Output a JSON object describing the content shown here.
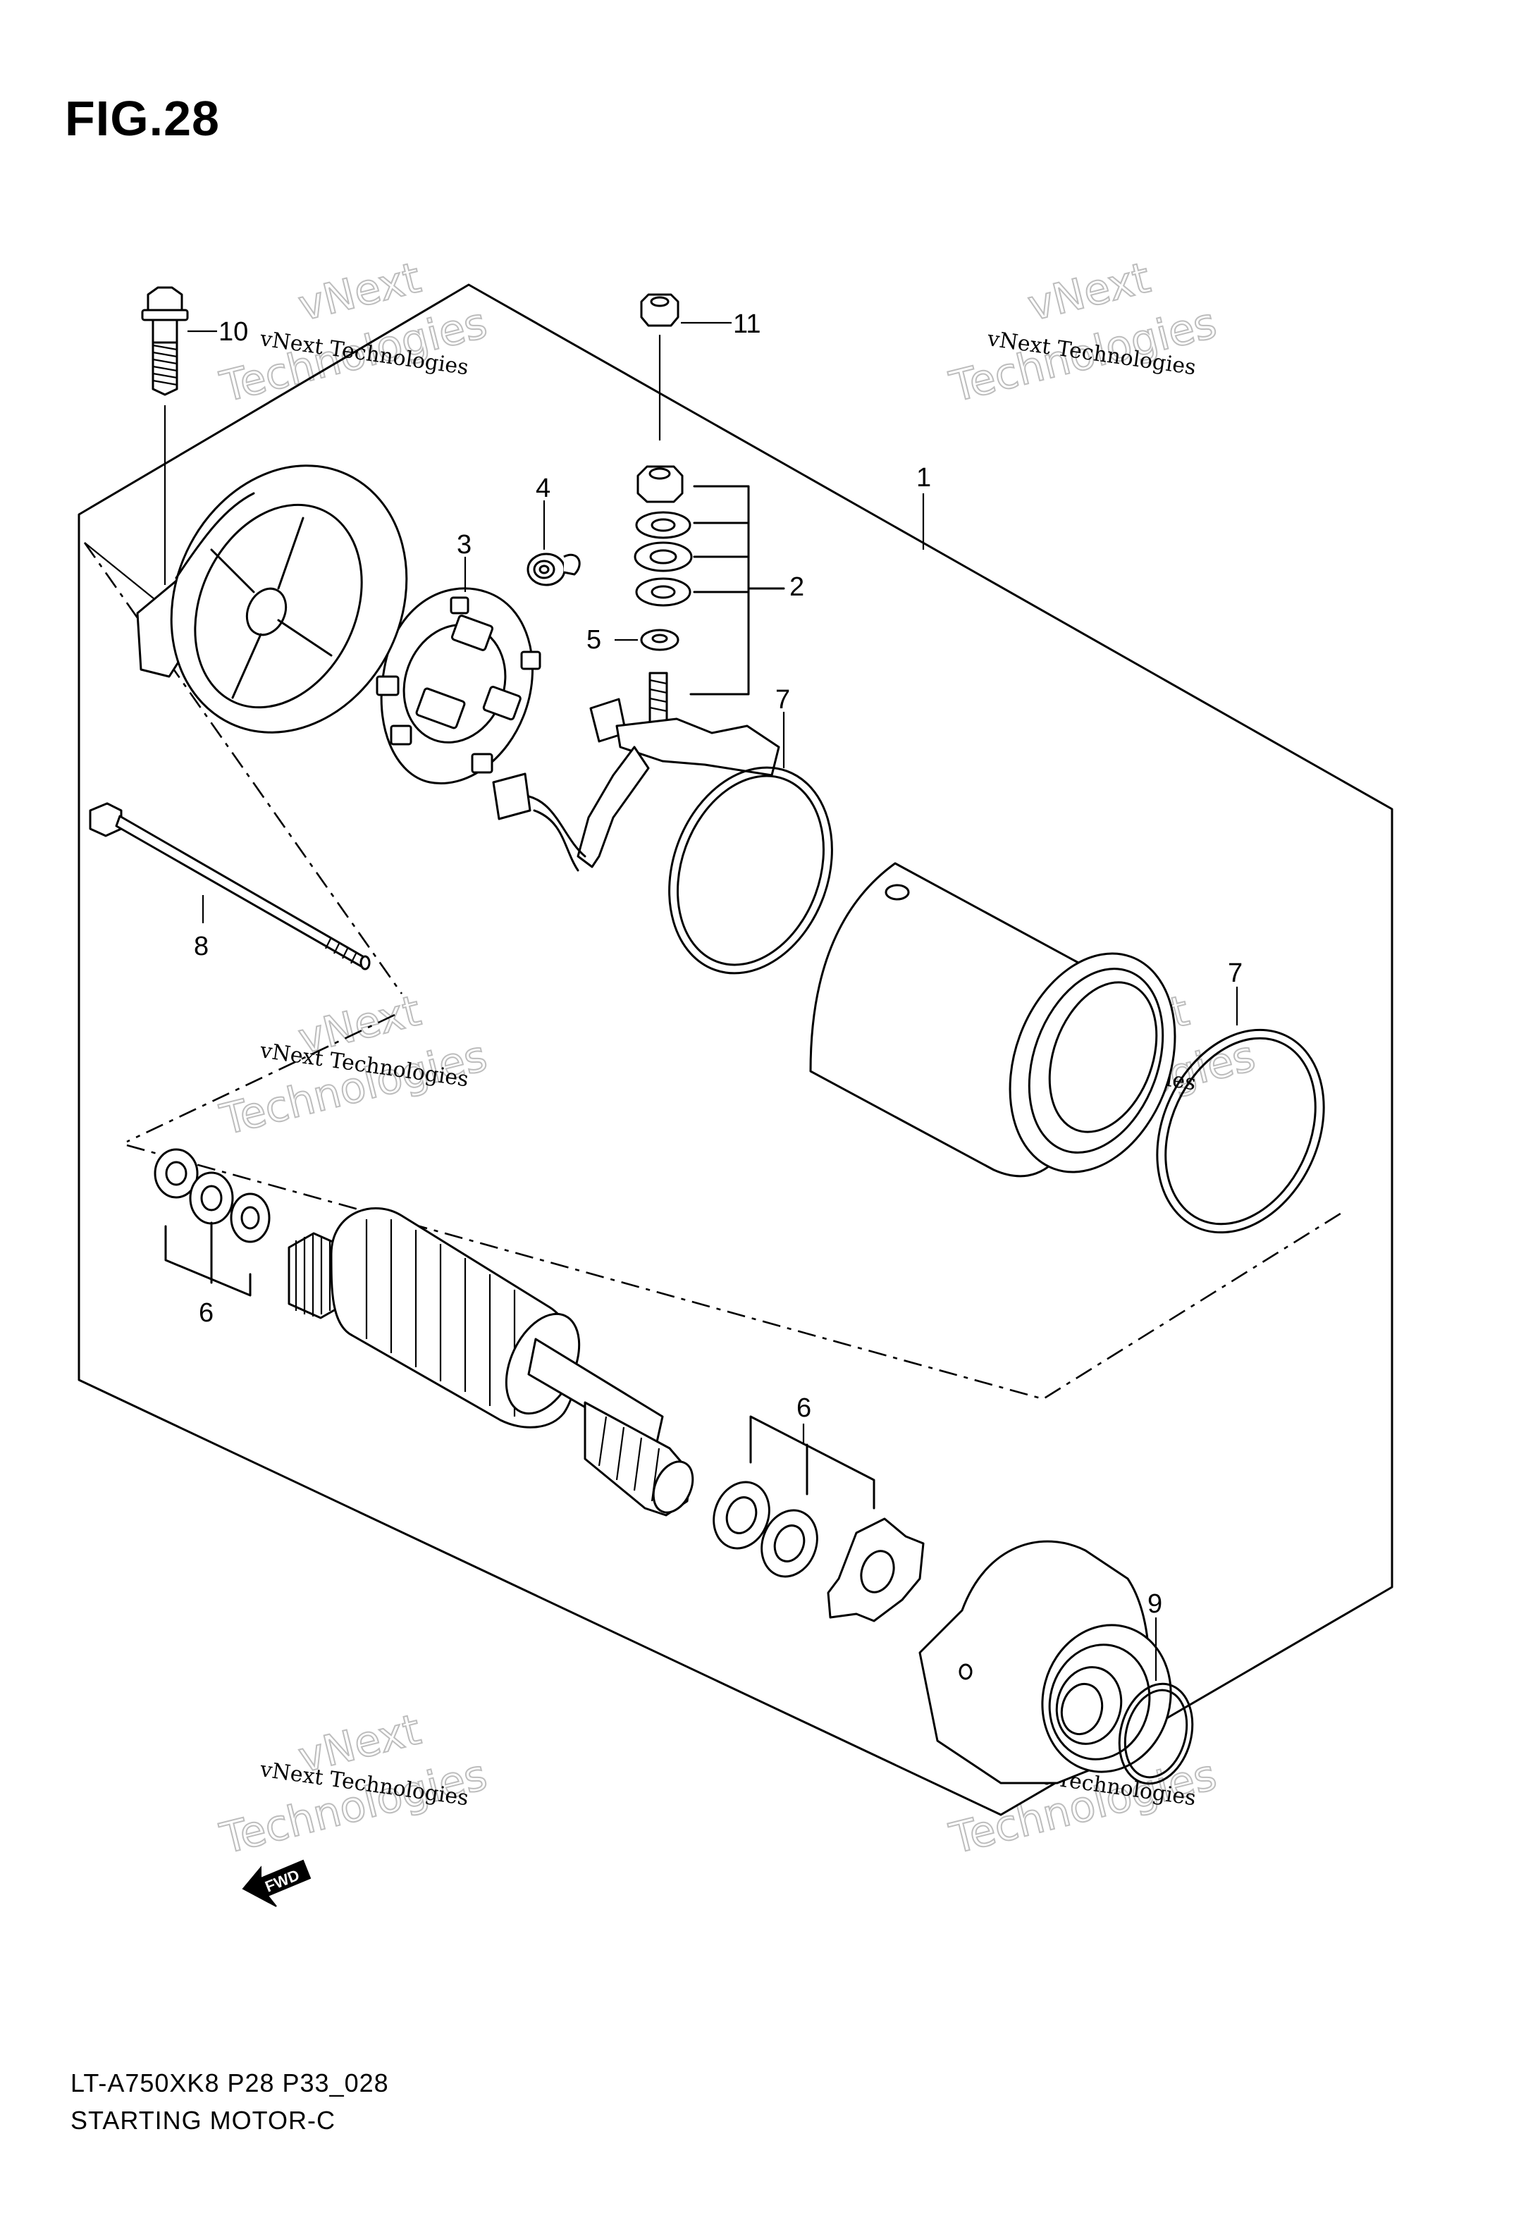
{
  "figure": {
    "title": "FIG.28",
    "model_code": "LT-A750XK8 P28 P33_028",
    "name": "STARTING MOTOR-C"
  },
  "callouts": [
    {
      "id": "c1",
      "label": "1"
    },
    {
      "id": "c2",
      "label": "2"
    },
    {
      "id": "c3",
      "label": "3"
    },
    {
      "id": "c4",
      "label": "4"
    },
    {
      "id": "c5",
      "label": "5"
    },
    {
      "id": "c6a",
      "label": "6"
    },
    {
      "id": "c6b",
      "label": "6"
    },
    {
      "id": "c7a",
      "label": "7"
    },
    {
      "id": "c7b",
      "label": "7"
    },
    {
      "id": "c8",
      "label": "8"
    },
    {
      "id": "c9",
      "label": "9"
    },
    {
      "id": "c10",
      "label": "10"
    },
    {
      "id": "c11",
      "label": "11"
    }
  ],
  "watermark": {
    "line1": "vNext Technologies",
    "line2": "vNext",
    "line3": "Technologies"
  },
  "direction_arrow": {
    "label": "FWD"
  }
}
